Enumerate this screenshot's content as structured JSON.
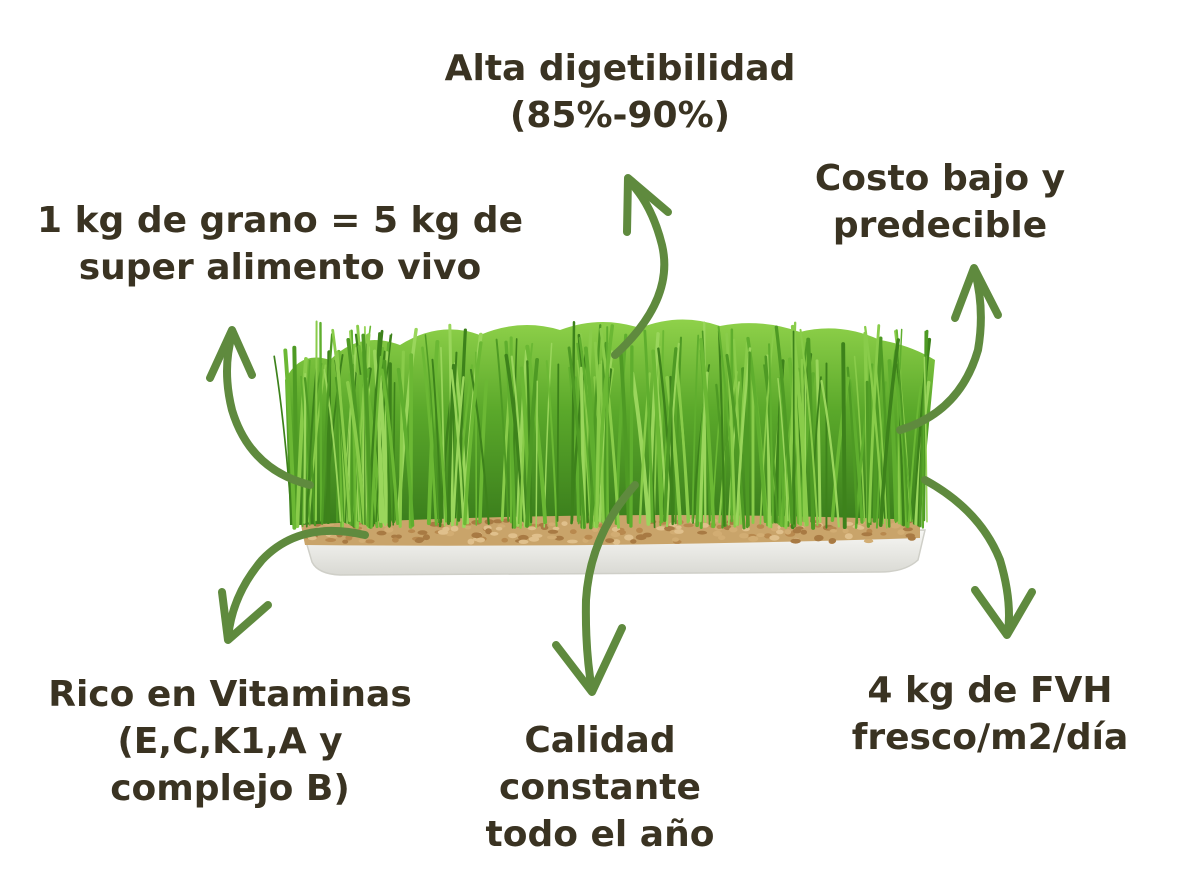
{
  "labels": {
    "top": [
      "Alta digetibilidad",
      "(85%-90%)"
    ],
    "top_right": [
      "Costo bajo y",
      "predecible"
    ],
    "top_left": [
      "1 kg de grano = 5 kg de",
      "super alimento vivo"
    ],
    "bottom_left": [
      "Rico en Vitaminas",
      "(E,C,K1,A y",
      "complejo B)"
    ],
    "bottom_center": [
      "Calidad",
      "constante",
      "todo el año"
    ],
    "bottom_right": [
      "4 kg de FVH",
      "fresco/m2/día"
    ]
  },
  "colors": {
    "text": "#3a3322",
    "arrow": "#5f8a3e",
    "grass_dark": "#3f8a1e",
    "grass_light": "#7cc43a",
    "seeds": "#c9a46a",
    "tray": "#eeeeea"
  },
  "image": {
    "subject": "wheat-grass-tray"
  }
}
